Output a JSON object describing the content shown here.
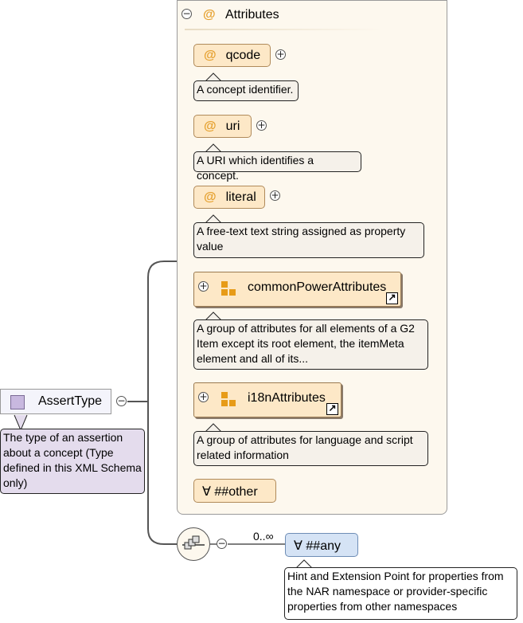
{
  "complex_type": {
    "name": "AssertType",
    "annotation": "The type of an assertion about a concept (Type defined in this XML Schema only)"
  },
  "attributes_panel": {
    "title": "Attributes",
    "at_symbol": "@",
    "items": [
      {
        "name": "qcode",
        "annotation": "A concept identifier."
      },
      {
        "name": "uri",
        "annotation": "A URI which identifies a concept."
      },
      {
        "name": "literal",
        "annotation": "A free-text text string assigned as property value"
      }
    ],
    "groups": [
      {
        "name": "commonPowerAttributes",
        "annotation": "A group of attributes for all elements of a G2 Item except its root element, the itemMeta element and all of its..."
      },
      {
        "name": "i18nAttributes",
        "annotation": "A group of attributes for language and script related information"
      }
    ],
    "any_attribute": "∀ ##other"
  },
  "sequence": {
    "cardinality": "0..∞",
    "any_element": "∀ ##any",
    "annotation": "Hint and Extension Point for properties from the NAR namespace or provider-specific properties from other namespaces"
  },
  "icons": {
    "collapse": "minus-circle-icon",
    "expand": "plus-circle-icon",
    "attribute": "at-icon",
    "group": "attribute-group-icon",
    "link": "link-arrow-icon",
    "sequence": "sequence-icon"
  },
  "colors": {
    "attribute_fill": "#fde8c7",
    "panel_fill": "#fdf8ee",
    "type_annotation_fill": "#e4dced",
    "any_fill": "#d5e3f5",
    "group_icon": "#e79b18"
  }
}
